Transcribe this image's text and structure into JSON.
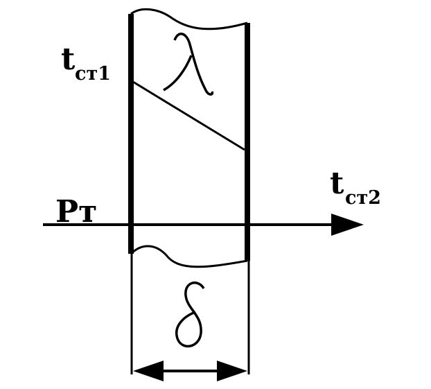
{
  "labels": {
    "t_wall1": "t",
    "t_wall1_sub": "ст1",
    "t_wall2": "t",
    "t_wall2_sub": "ст2",
    "flux": "Рт"
  },
  "colors": {
    "ink": "#000000",
    "background": "#ffffff"
  }
}
